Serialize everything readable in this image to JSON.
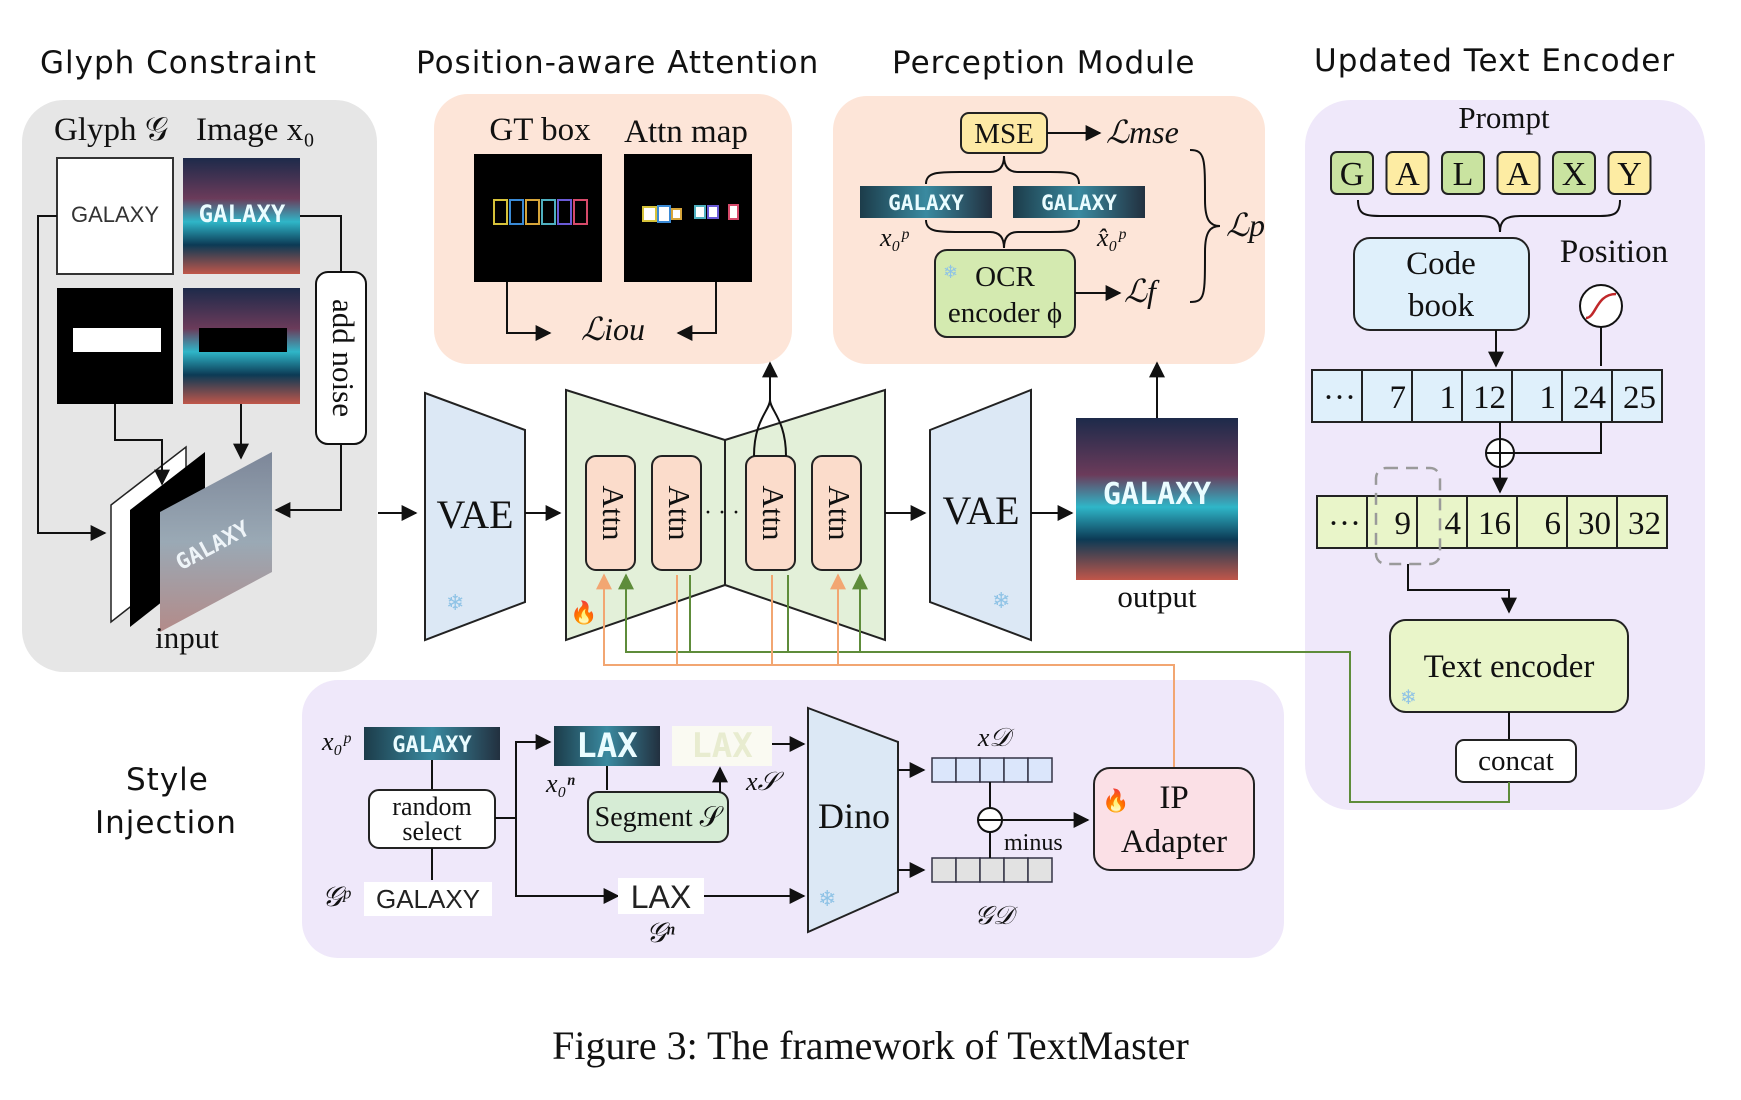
{
  "colors": {
    "panel_gray": "#e6e6e6",
    "panel_peach": "#fde5d8",
    "panel_lavender": "#efe8fa",
    "unet_green": "#e3f0d9",
    "vae_blue": "#dce8f5",
    "attn_peach": "#fbdccb",
    "mse_yellow": "#fde9a5",
    "ocr_green": "#d4eab0",
    "token_green": "#c9e3a0",
    "token_yellow": "#fdeca3",
    "codebook_blue": "#dff0fb",
    "textenc_green": "#e9f5c9",
    "ip_pink": "#fbe0e6",
    "segment_green": "#d6ecd5",
    "arrow_orange": "#f2a672",
    "arrow_green": "#5e8c3a"
  },
  "sections": {
    "glyph_constraint": "Glyph Constraint",
    "position_attention": "Position-aware Attention",
    "perception": "Perception Module",
    "text_encoder": "Updated Text Encoder",
    "style_injection_1": "Style",
    "style_injection_2": "Injection"
  },
  "glyph": {
    "glyph_label": "Glyph 𝒢",
    "image_label": "Image x₀",
    "glyph_text": "GALAXY",
    "image_text": "GALAXY",
    "add_noise": "add noise",
    "input_label": "input",
    "input_overlay": "GALAXY"
  },
  "attention": {
    "gt_box": "GT box",
    "attn_map": "Attn map",
    "loss_iou": "ℒiou"
  },
  "perception": {
    "mse": "MSE",
    "loss_mse": "ℒmse",
    "crop_text": "GALAXY",
    "crop_label_left": "x₀ᵖ",
    "crop_label_right": "x̂₀ᵖ",
    "ocr_line1": "OCR",
    "ocr_line2": "encoder ϕ",
    "loss_f": "ℒf",
    "loss_p": "ℒp"
  },
  "unet": {
    "vae_in": "VAE",
    "vae_out": "VAE",
    "attn": "Attn",
    "dots": "· · ·",
    "output_label": "output",
    "output_text": "GALAXY"
  },
  "text_encoder": {
    "prompt": "Prompt",
    "prompt_tokens": [
      "G",
      "A",
      "L",
      "A",
      "X",
      "Y"
    ],
    "codebook_line1": "Code",
    "codebook_line2": "book",
    "position": "Position",
    "row1": [
      "···",
      "7",
      "1",
      "12",
      "1",
      "24",
      "25"
    ],
    "row2": [
      "···",
      "9",
      "4",
      "16",
      "6",
      "30",
      "32"
    ],
    "encoder": "Text encoder",
    "concat": "concat"
  },
  "style": {
    "x0p_label": "x₀ᵖ",
    "crop_text": "GALAXY",
    "random_line1": "random",
    "random_line2": "select",
    "gp_label": "𝒢ᵖ",
    "gp_text": "GALAXY",
    "lax_text": "LAX",
    "x0n_label": "x₀ⁿ",
    "xs_label": "x𝒮",
    "segment": "Segment 𝒮",
    "gn_text": "LAX",
    "gn_label": "𝒢ⁿ",
    "dino": "Dino",
    "xd_label": "x𝒟",
    "gd_label": "𝒢𝒟",
    "minus": "minus",
    "ip_line1": "IP",
    "ip_line2": "Adapter"
  },
  "caption": "Figure 3: The framework of TextMaster"
}
